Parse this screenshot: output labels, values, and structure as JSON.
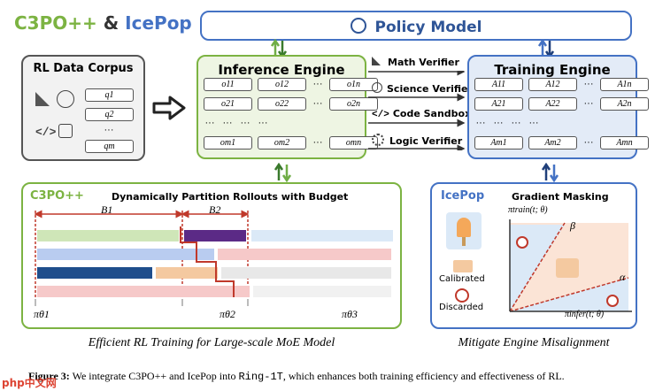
{
  "title": {
    "part1": "C3PO++",
    "amp": "&",
    "part2": "IcePop"
  },
  "policy_model": {
    "label": "Policy Model"
  },
  "corpus": {
    "title": "RL Data Corpus",
    "rows": [
      "q1",
      "q2",
      "···",
      "qm"
    ]
  },
  "inference": {
    "title": "Inference Engine",
    "rows": [
      [
        "o11",
        "o12",
        "···",
        "o1n"
      ],
      [
        "o21",
        "o22",
        "···",
        "o2n"
      ],
      [
        "···",
        "···",
        "···",
        "···"
      ],
      [
        "om1",
        "om2",
        "···",
        "omn"
      ]
    ]
  },
  "training": {
    "title": "Training Engine",
    "rows": [
      [
        "A11",
        "A12",
        "···",
        "A1n"
      ],
      [
        "A21",
        "A22",
        "···",
        "A2n"
      ],
      [
        "···",
        "···",
        "···",
        "···"
      ],
      [
        "Am1",
        "Am2",
        "···",
        "Amn"
      ]
    ]
  },
  "verifiers": [
    "Math Verifier",
    "Science Verifier",
    "Code Sandbox",
    "Logic Verifier"
  ],
  "c3po_panel": {
    "tag": "C3PO++",
    "title": "Dynamically Partition Rollouts with Budget",
    "budget1": "B1",
    "budget2": "B2",
    "pi": [
      "πθ1",
      "πθ2",
      "πθ3"
    ],
    "caption": "Efficient RL Training for Large-scale MoE Model"
  },
  "icepop_panel": {
    "tag": "IcePop",
    "title": "Gradient Masking",
    "legend_calibrated": "Calibrated",
    "legend_discarded": "Discarded",
    "axis_y": "πtrain(t; θ)",
    "axis_x": "πinfer(t; θ)",
    "beta": "β",
    "alpha": "α",
    "caption": "Mitigate Engine Misalignment"
  },
  "figure_caption": {
    "prefix": "Figure 3:",
    "text1": "We integrate C3PO++ and IcePop into",
    "code": "Ring-1T",
    "text2": ", which enhances both training efficiency and effectiveness of RL."
  },
  "watermark": "php中文网",
  "colors": {
    "green": "#7cb342",
    "green_fill": "#eef5e3",
    "blue": "#4472c4",
    "blue_fill": "#e3ebf7",
    "red": "#c0392b",
    "gray_fill": "#f2f2f2"
  }
}
